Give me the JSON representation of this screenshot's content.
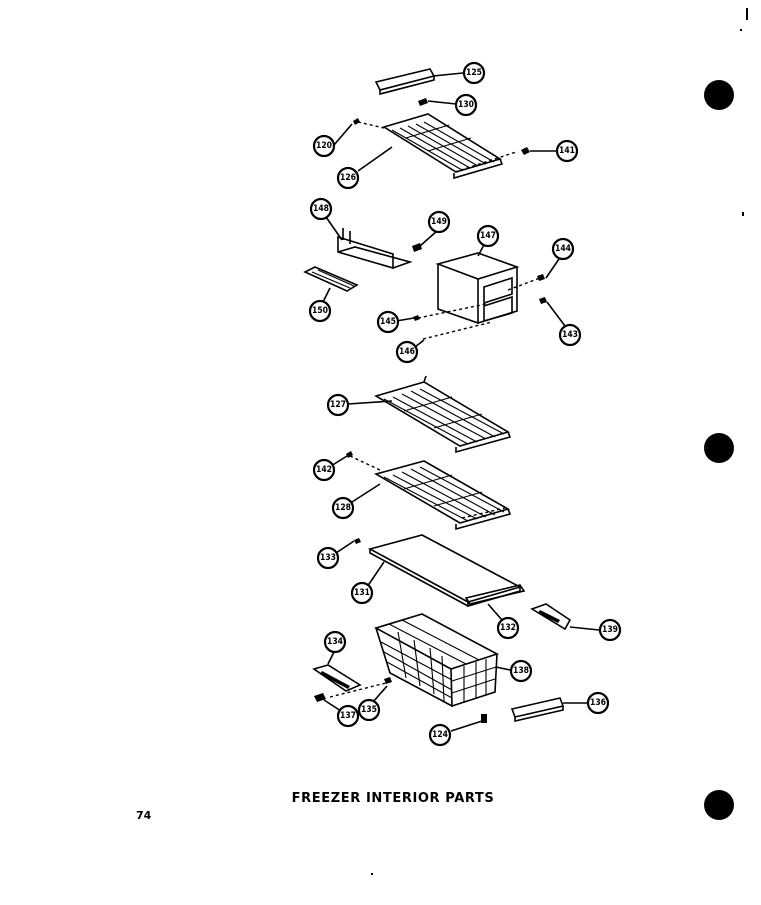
{
  "caption": "FREEZER INTERIOR PARTS",
  "page_number": "74",
  "callouts": [
    "125",
    "130",
    "120",
    "141",
    "126",
    "148",
    "149",
    "147",
    "144",
    "150",
    "145",
    "143",
    "146",
    "127",
    "142",
    "128",
    "133",
    "131",
    "132",
    "139",
    "134",
    "138",
    "135",
    "137",
    "124",
    "136"
  ]
}
